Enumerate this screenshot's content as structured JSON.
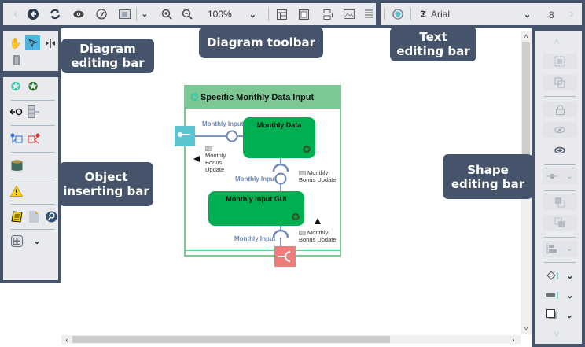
{
  "callouts": {
    "diagram_editing": "Diagram editing bar",
    "diagram_editing_l1": "Diagram",
    "diagram_editing_l2": "editing bar",
    "diagram_toolbar": "Diagram toolbar",
    "text_editing_l1": "Text",
    "text_editing_l2": "editing bar",
    "object_inserting_l1": "Object",
    "object_inserting_l2": "inserting bar",
    "shape_editing_l1": "Shape",
    "shape_editing_l2": "editing bar"
  },
  "diagram_toolbar": {
    "zoom_level": "100%",
    "icons": [
      "back-disabled",
      "back",
      "refresh",
      "view",
      "gauge",
      "fit-screen",
      "dropdown",
      "zoom-in",
      "zoom-out",
      "zoom-dropdown",
      "layout",
      "frame",
      "print",
      "image-export",
      "more"
    ]
  },
  "text_toolbar": {
    "font_family": "Arial",
    "font_size": "8"
  },
  "colors": {
    "frame": "#45536b",
    "toolbar_bg": "#e9eaee",
    "select_active": "#4fb3e0",
    "diagram_green": "#00b050",
    "container_green": "#7dc795",
    "connector_blue": "#6b87b5",
    "cyan_port": "#5bc5cf",
    "red_port": "#ef7b7b"
  },
  "diagram": {
    "container_title": "Specific Monthly Data Input",
    "box1_title": "Monthly Data",
    "box2_title": "Monthly Input GUI",
    "labels": {
      "input1": "Monthly Input",
      "input2": "Monthly Input",
      "input3": "Monthly Input"
    },
    "notes": {
      "note1_l1": "Monthly",
      "note1_l2": "Bonus",
      "note1_l3": "Update",
      "note2_l1": "Monthly",
      "note2_l2": "Bonus Update",
      "note3_l1": "Monthly",
      "note3_l2": "Bonus Update"
    }
  }
}
